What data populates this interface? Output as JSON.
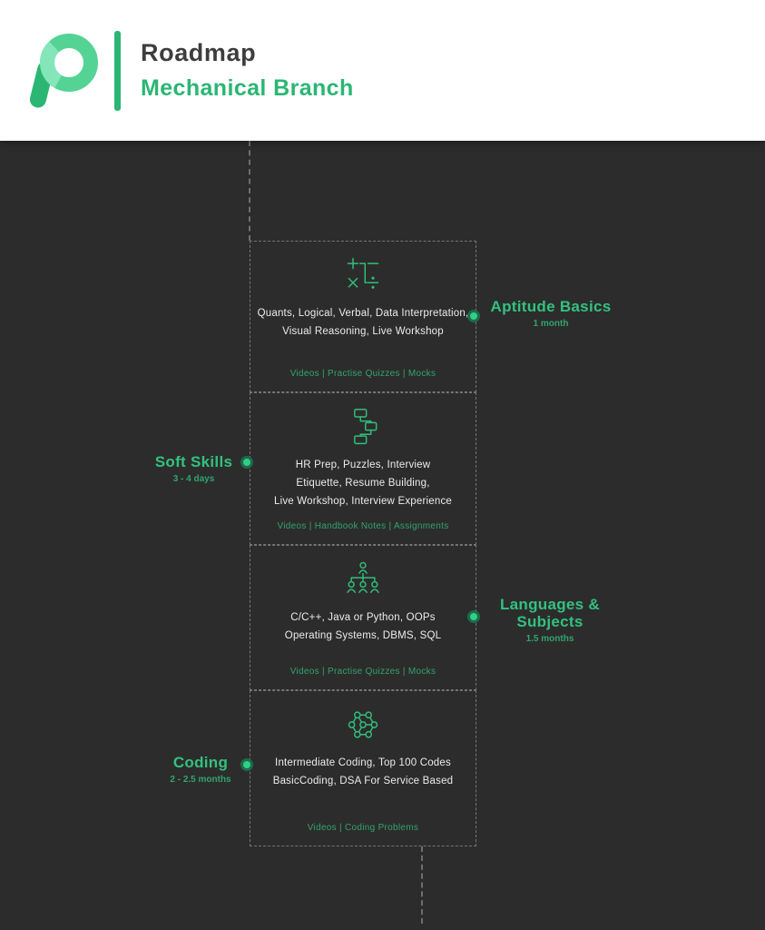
{
  "header": {
    "title": "Roadmap",
    "subtitle": "Mechanical Branch"
  },
  "theme": {
    "accent_green": "#2bb673",
    "bright_green": "#32c27f",
    "dot_green": "#2fd184",
    "resources_green": "#2fa46f",
    "background_dark": "#2d2c2c",
    "header_background": "#ffffff",
    "card_border_gray": "#757575",
    "description_text": "#ececec"
  },
  "milestones": [
    {
      "title": "Aptitude Basics",
      "duration": "1 month",
      "side": "right",
      "icon": "math-operations-icon",
      "lines": [
        "Quants, Logical, Verbal, Data Interpretation,",
        "Visual Reasoning, Live Workshop"
      ],
      "resources": "Videos | Practise Quizzes | Mocks"
    },
    {
      "title": "Soft Skills",
      "duration": "3 - 4 days",
      "side": "left",
      "icon": "flowchart-icon",
      "lines": [
        "HR Prep, Puzzles, Interview",
        "Etiquette, Resume Building,",
        "Live Workshop, Interview Experience"
      ],
      "resources": "Videos | Handbook Notes | Assignments"
    },
    {
      "title": "Languages & Subjects",
      "duration": "1.5 months",
      "side": "right",
      "icon": "hierarchy-icon",
      "lines": [
        "C/C++, Java or Python, OOPs",
        "Operating Systems, DBMS, SQL"
      ],
      "resources": "Videos | Practise Quizzes | Mocks"
    },
    {
      "title": "Coding",
      "duration": "2 - 2.5 months",
      "side": "left",
      "icon": "molecule-icon",
      "lines": [
        "Intermediate Coding, Top 100 Codes",
        "BasicCoding, DSA For Service Based"
      ],
      "resources": "Videos | Coding Problems"
    }
  ]
}
